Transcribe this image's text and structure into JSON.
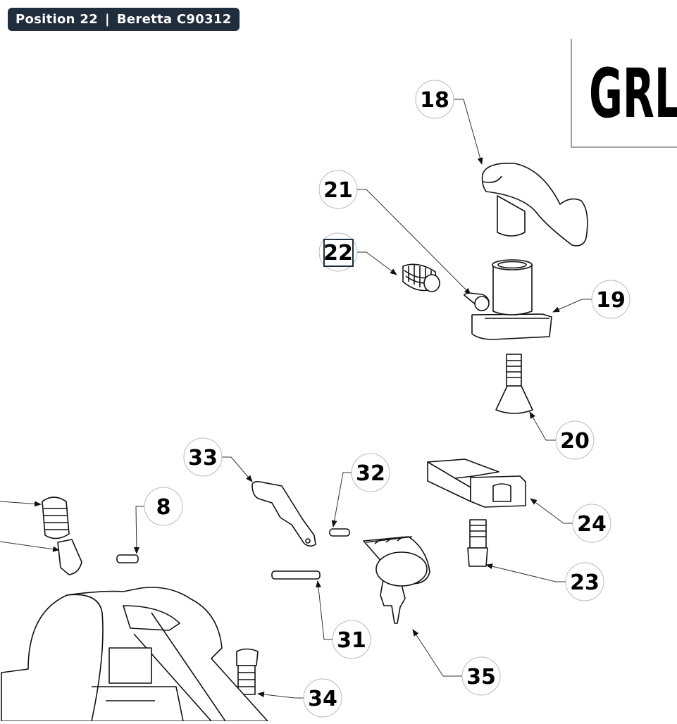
{
  "header": {
    "position_label": "Position 22",
    "separator": "|",
    "model": "Beretta C90312"
  },
  "title_box": {
    "text": "GRL"
  },
  "highlighted_part": "22",
  "callouts": [
    {
      "label": "18"
    },
    {
      "label": "21"
    },
    {
      "label": "22"
    },
    {
      "label": "19"
    },
    {
      "label": "20"
    },
    {
      "label": "33"
    },
    {
      "label": "32"
    },
    {
      "label": "8"
    },
    {
      "label": "24"
    },
    {
      "label": "23"
    },
    {
      "label": "31"
    },
    {
      "label": "35"
    },
    {
      "label": "34"
    }
  ],
  "colors": {
    "header_bg": "#1f2d3d",
    "highlight": "#1f2d3d",
    "line": "#111111"
  }
}
